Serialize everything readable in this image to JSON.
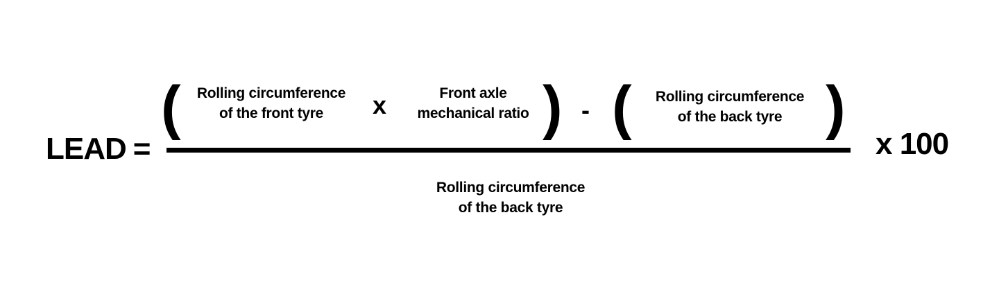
{
  "formula": {
    "lhs": "LEAD",
    "equals": "=",
    "numerator": {
      "open_paren_1": "(",
      "term_front_circumference": [
        "Rolling circumference",
        "of the front tyre"
      ],
      "times": "x",
      "term_axle_ratio": [
        "Front axle",
        "mechanical ratio"
      ],
      "close_paren_1": ")",
      "minus": "-",
      "open_paren_2": "(",
      "term_back_circumference": [
        "Rolling circumference",
        "of the back tyre"
      ],
      "close_paren_2": ")"
    },
    "denominator": {
      "term_back_circumference": [
        "Rolling circumference",
        "of the back tyre"
      ]
    },
    "multiplier": "x 100"
  }
}
